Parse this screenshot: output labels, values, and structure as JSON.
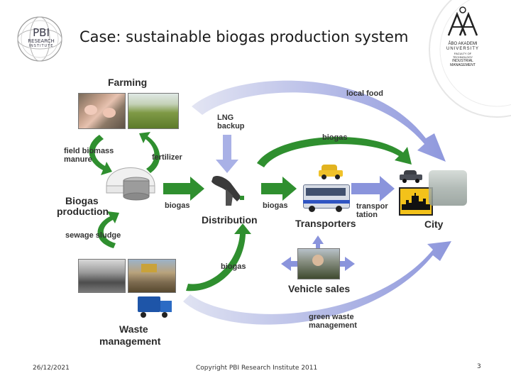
{
  "slide": {
    "title": "Case: sustainable biogas production system",
    "footer_date": "26/12/2021",
    "footer_copyright": "Copyright PBI Research Institute 2011",
    "page_number": "3"
  },
  "logos": {
    "pbi": {
      "line1": "PBI",
      "line2": "RESEARCH",
      "line3": "INSTITUTE"
    },
    "abo": {
      "line1": "ÅBO AKADEMI",
      "line2": "UNIVERSITY",
      "line3": "FACULTY OF",
      "line4": "TECHNOLOGY",
      "line5": "INDUSTRIAL",
      "line6": "MANAGEMENT"
    }
  },
  "diagram": {
    "farming": "Farming",
    "field_biomass": "field biomass",
    "manure": "manure",
    "fertilizer": "fertilizer",
    "biogas_prod_1": "Biogas",
    "biogas_prod_2": "production",
    "sewage_sludge": "sewage sludge",
    "waste_1": "Waste",
    "waste_2": "management",
    "lng_1": "LNG",
    "lng_2": "backup",
    "local_food": "local food",
    "biogas_top": "biogas",
    "biogas_left": "biogas",
    "biogas_right": "biogas",
    "biogas_bottom": "biogas",
    "distribution": "Distribution",
    "transporters": "Transporters",
    "transport_1": "transpor",
    "transport_2": "tation",
    "city": "City",
    "vehicle_sales": "Vehicle sales",
    "green_waste_1": "green waste",
    "green_waste_2": "management"
  },
  "colors": {
    "green_arrow": "#2e8b2e",
    "blue_arrow": "#7b86d8",
    "pale_arrow": "#c9cde8"
  }
}
